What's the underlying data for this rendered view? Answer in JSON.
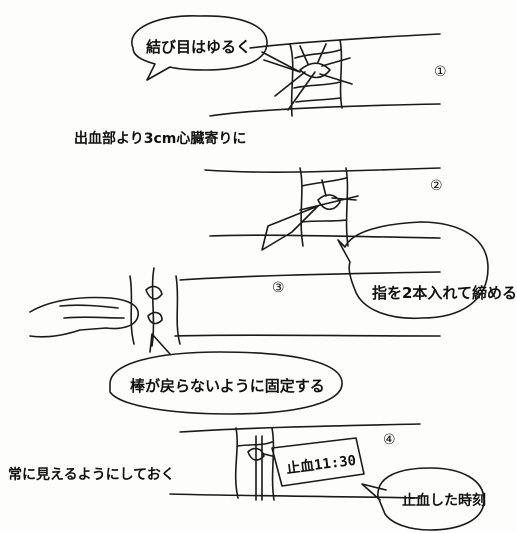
{
  "steps": [
    {
      "number": "①",
      "bubble": "結び目はゆるく",
      "caption": "出血部より3cm心臓寄りに"
    },
    {
      "number": "②",
      "bubble": "指を2本入れて締める"
    },
    {
      "number": "③",
      "bubble": "棒が戻らないように固定する"
    },
    {
      "number": "④",
      "caption": "常に見えるようにしておく",
      "tag": "止血11:30",
      "bubble": "止血した時刻"
    }
  ]
}
